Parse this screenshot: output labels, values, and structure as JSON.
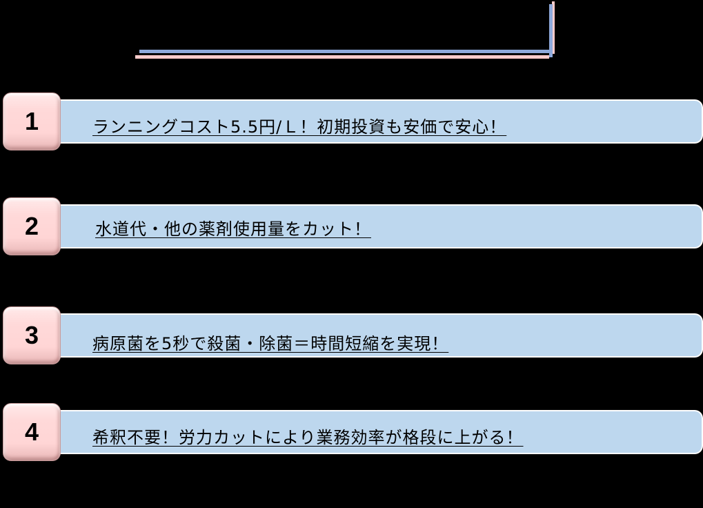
{
  "decoration": {
    "colors": {
      "blue_line": "#8faadc",
      "pink_line": "#ffcccc",
      "bar_fill": "#bdd7ee",
      "number_tile": "#ffd9d9",
      "background": "#000000"
    }
  },
  "features": [
    {
      "number": "1",
      "text": "ランニングコスト5.5円/Ｌ！初期投資も安価で安心！"
    },
    {
      "number": "2",
      "text": "水道代・他の薬剤使用量をカット！"
    },
    {
      "number": "3",
      "text": "病原菌を5秒で殺菌・除菌＝時間短縮を実現！"
    },
    {
      "number": "4",
      "text": "希釈不要！労力カットにより業務効率が格段に上がる！"
    }
  ]
}
